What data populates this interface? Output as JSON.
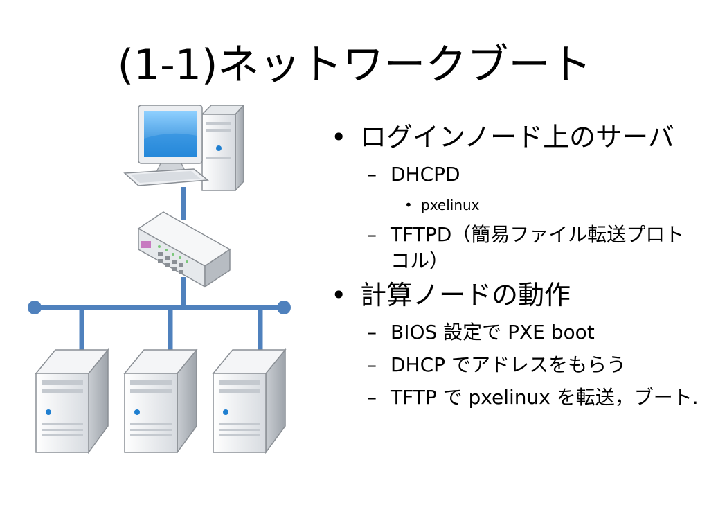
{
  "slide": {
    "title": "(1-1)ネットワークブート"
  },
  "diagram": {
    "nodes": [
      {
        "name": "desktop-computer-icon"
      },
      {
        "name": "network-hub-icon"
      },
      {
        "name": "server-icon"
      },
      {
        "name": "server-icon"
      },
      {
        "name": "server-icon"
      }
    ],
    "colors": {
      "bus": "#4f81bd",
      "screen": "#3b9be8",
      "case": "#eceef1",
      "outline": "#8a8f95"
    }
  },
  "bullets": [
    {
      "text": "ログインノード上のサーバ",
      "children": [
        {
          "text": "DHCPD",
          "children": [
            {
              "text": "pxelinux"
            }
          ]
        },
        {
          "text": "TFTPD（簡易ファイル転送プロトコル）",
          "children": []
        }
      ]
    },
    {
      "text": "計算ノードの動作",
      "children": [
        {
          "text": "BIOS 設定で PXE boot",
          "children": []
        },
        {
          "text": "DHCP でアドレスをもらう",
          "children": []
        },
        {
          "text": "TFTP で pxelinux を転送，ブート.",
          "children": []
        }
      ]
    }
  ],
  "markers": {
    "level1": "•",
    "level2": "–",
    "level3": "•"
  }
}
